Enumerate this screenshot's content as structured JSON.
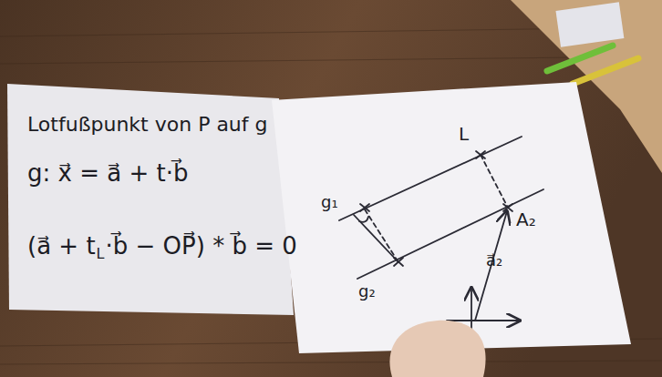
{
  "diagram": {
    "labels": [
      "Lotfußpunkt von P auf g",
      "g: x⃗ = a⃗ + t·b⃗",
      "(a⃗ + t",
      "L",
      "·b⃗ − OP⃗) * b⃗ = 0",
      "L",
      "g₁",
      "A₂",
      "a⃗₂",
      "g₂"
    ]
  }
}
